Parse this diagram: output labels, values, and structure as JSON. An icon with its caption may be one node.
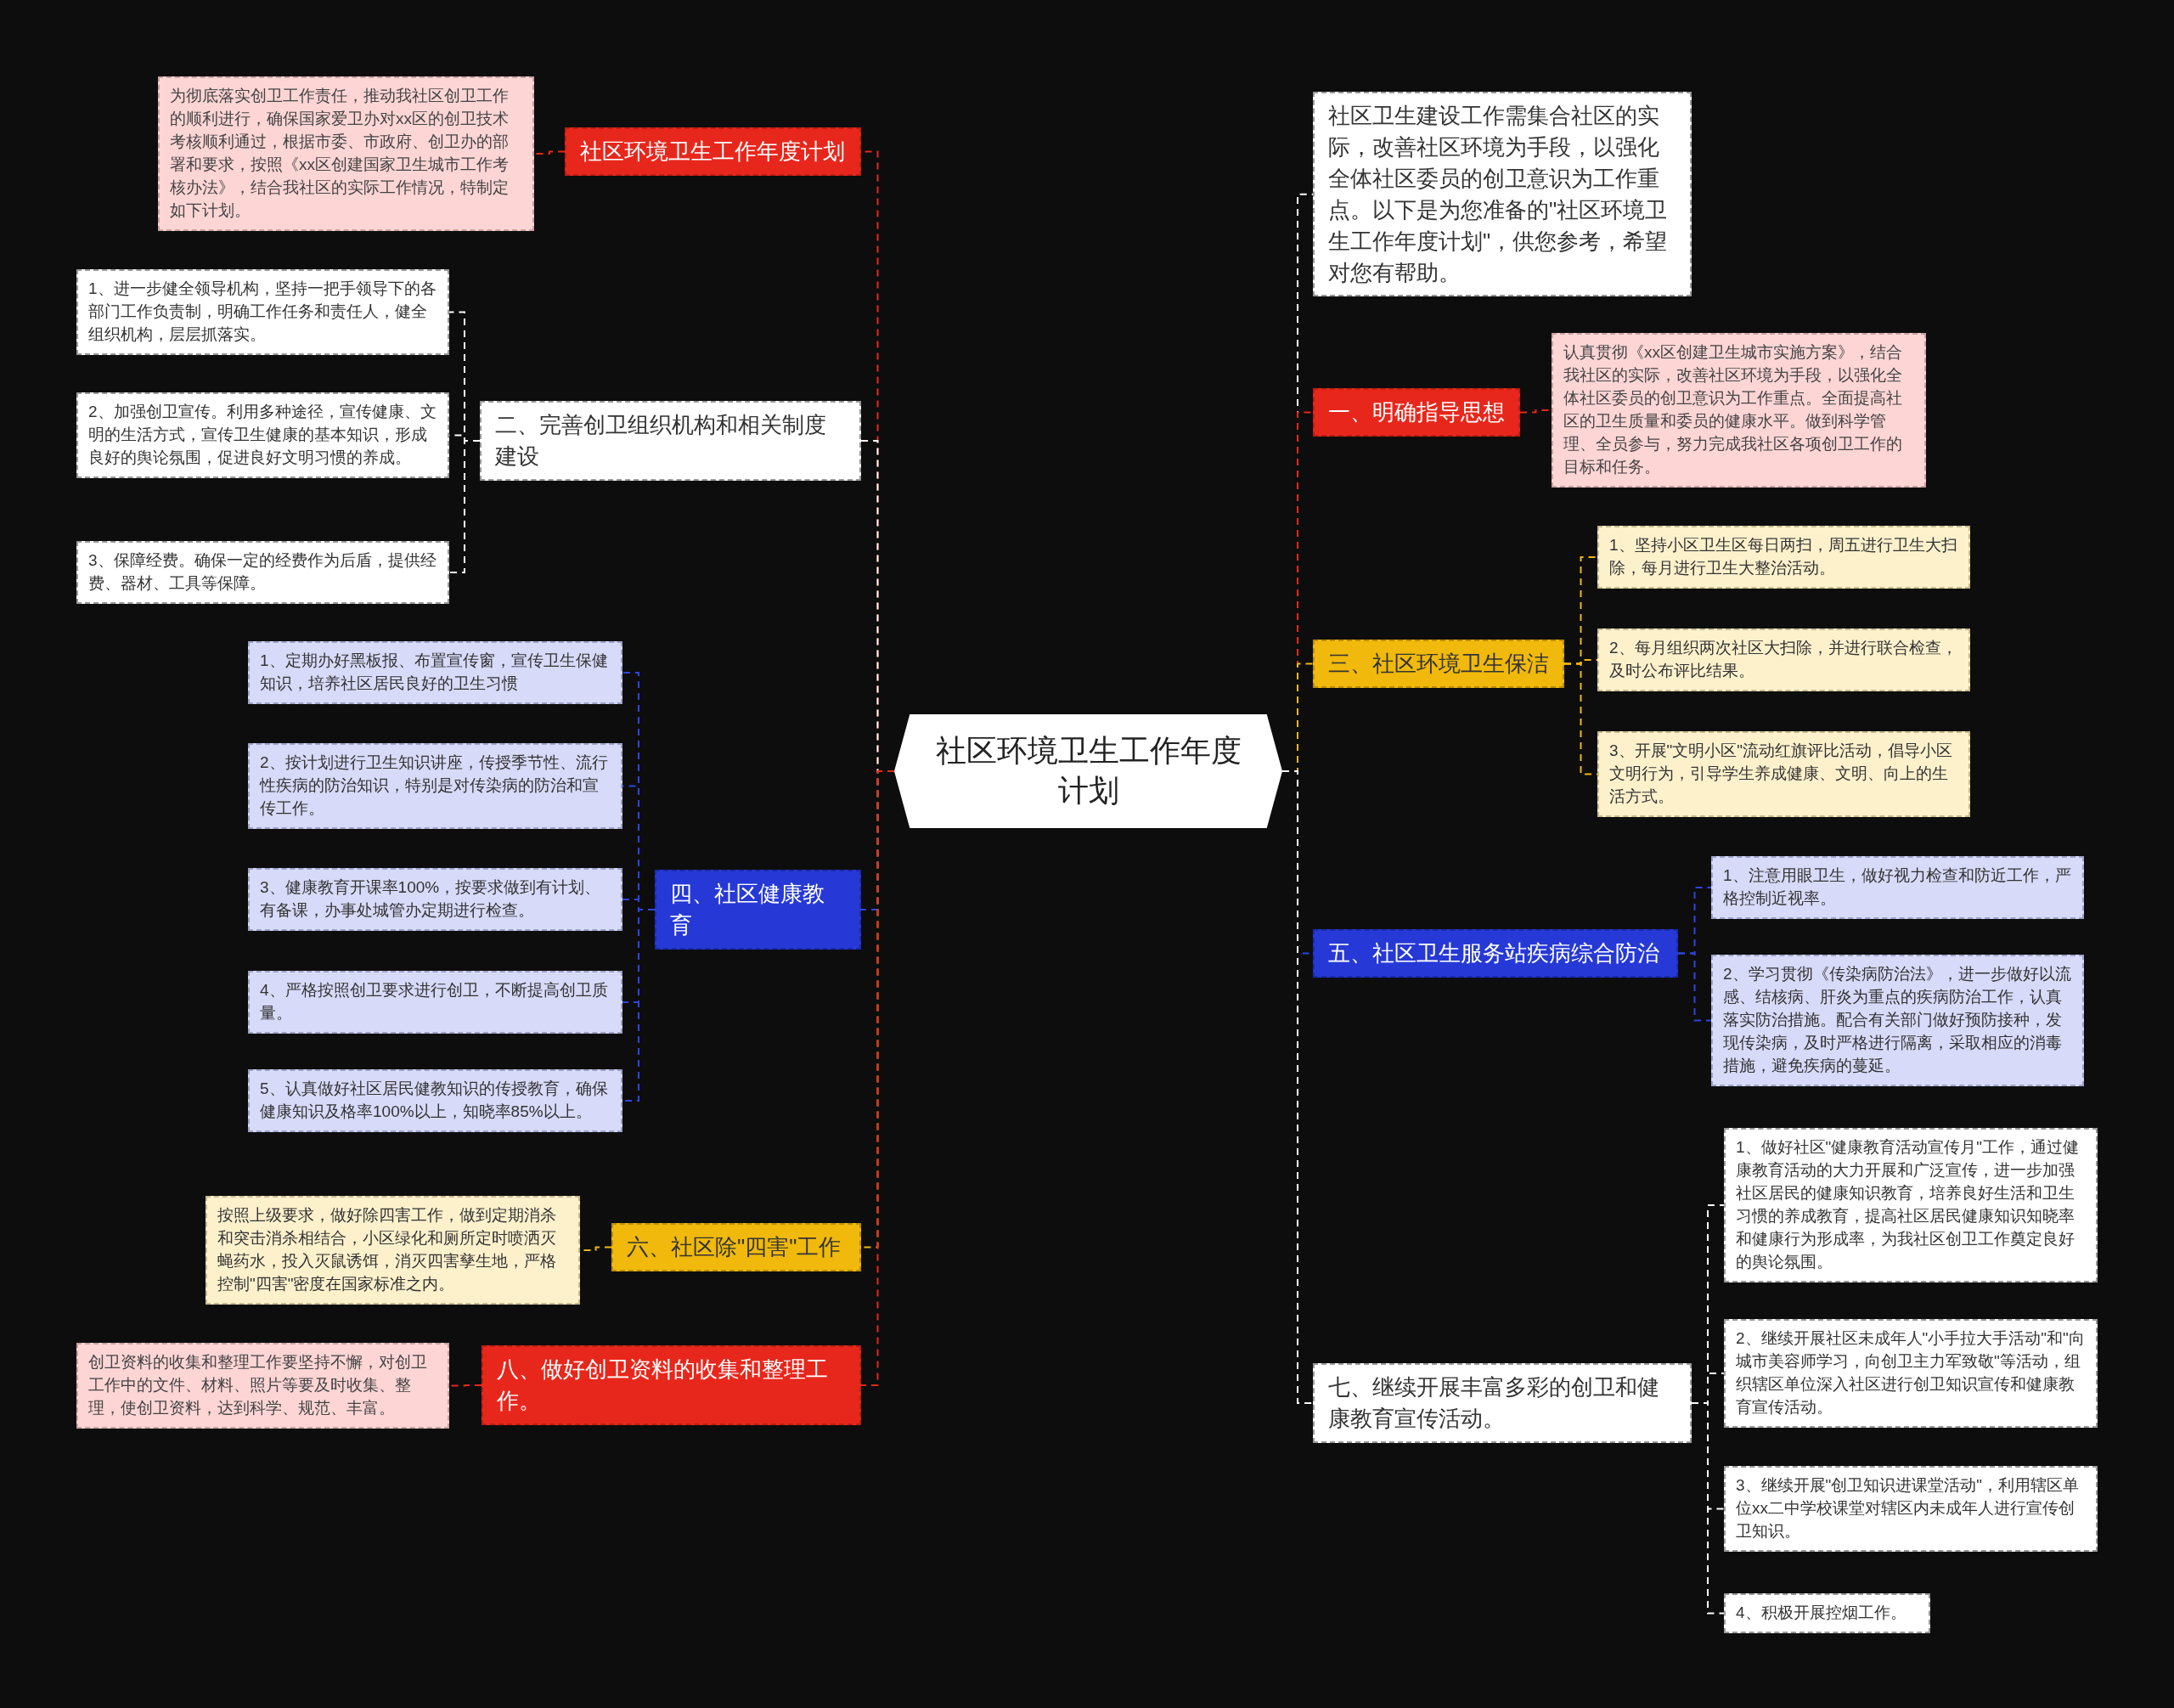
{
  "diagram": {
    "nodes": [
      {
        "text": [
          "社区环境卫生工作年度计划"
        ]
      },
      {
        "text": [
          "社区环境卫生工作年度计划"
        ]
      },
      {
        "text": [
          "为彻底落实创卫工作责任，推动我社区创卫工作的顺利进行，确保国家爱卫办对xx区的创卫技术考核顺利通过，根据市委、市政府、创卫办的部署和要求，按照《xx区创建国家卫生城市工作考核办法》，结合我社区的实际工作情况，特制定如下计划。"
        ]
      },
      {
        "text": [
          "二、完善创卫组织机构和相关制度建设"
        ]
      },
      {
        "text": [
          "1、进一步健全领导机构，坚持一把手领导下的各部门工作负责制，明确工作任务和责任人，健全组织机构，层层抓落实。"
        ]
      },
      {
        "text": [
          "2、加强创卫宣传。利用多种途径，宣传健康、文明的生活方式，宣传卫生健康的基本知识，形成良好的舆论氛围，促进良好文明习惯的养成。"
        ]
      },
      {
        "text": [
          "3、保障经费。确保一定的经费作为后盾，提供经费、器材、工具等保障。"
        ]
      },
      {
        "text": [
          "四、社区健康教育"
        ]
      },
      {
        "text": [
          "1、定期办好黑板报、布置宣传窗，宣传卫生保健知识，培养社区居民良好的卫生习惯"
        ]
      },
      {
        "text": [
          "2、按计划进行卫生知识讲座，传授季节性、流行性疾病的防治知识，特别是对传染病的防治和宣传工作。"
        ]
      },
      {
        "text": [
          "3、健康教育开课率100%，按要求做到有计划、有备课，办事处城管办定期进行检查。"
        ]
      },
      {
        "text": [
          "4、严格按照创卫要求进行创卫，不断提高创卫质量。"
        ]
      },
      {
        "text": [
          "5、认真做好社区居民健教知识的传授教育，确保健康知识及格率100%以上，知晓率85%以上。"
        ]
      },
      {
        "text": [
          "六、社区除\"四害\"工作"
        ]
      },
      {
        "text": [
          "按照上级要求，做好除四害工作，做到定期消杀和突击消杀相结合，小区绿化和厕所定时喷洒灭蝇药水，投入灭鼠诱饵，消灭四害孳生地，严格控制\"四害\"密度在国家标准之内。"
        ]
      },
      {
        "text": [
          "八、做好创卫资料的收集和整理工作。"
        ]
      },
      {
        "text": [
          "创卫资料的收集和整理工作要坚持不懈，对创卫工作中的文件、材料、照片等要及时收集、整理，使创卫资料，达到科学、规范、丰富。"
        ]
      },
      {
        "text": [
          "社区卫生建设工作需集合社区的实际，改善社区环境为手段，以强化全体社区委员的创卫意识为工作重点。以下是为您准备的\"社区环境卫生工作年度计划\"，供您参考，希望对您有帮助。"
        ]
      },
      {
        "text": [
          "一、明确指导思想"
        ]
      },
      {
        "text": [
          "认真贯彻《xx区创建卫生城市实施方案》，结合我社区的实际，改善社区环境为手段，以强化全体社区委员的创卫意识为工作重点。全面提高社区的卫生质量和委员的健康水平。做到科学管理、全员参与，努力完成我社区各项创卫工作的目标和任务。"
        ]
      },
      {
        "text": [
          "三、社区环境卫生保洁"
        ]
      },
      {
        "text": [
          "1、坚持小区卫生区每日两扫，周五进行卫生大扫除，每月进行卫生大整治活动。"
        ]
      },
      {
        "text": [
          "2、每月组织两次社区大扫除，并进行联合检查，及时公布评比结果。"
        ]
      },
      {
        "text": [
          "3、开展\"文明小区\"流动红旗评比活动，倡导小区文明行为，引导学生养成健康、文明、向上的生活方式。"
        ]
      },
      {
        "text": [
          "五、社区卫生服务站疾病综合防治"
        ]
      },
      {
        "text": [
          "1、注意用眼卫生，做好视力检查和防近工作，严格控制近视率。"
        ]
      },
      {
        "text": [
          "2、学习贯彻《传染病防治法》，进一步做好以流感、结核病、肝炎为重点的疾病防治工作，认真落实防治措施。配合有关部门做好预防接种，发现传染病，及时严格进行隔离，采取相应的消毒措施，避免疾病的蔓延。"
        ]
      },
      {
        "text": [
          "七、继续开展丰富多彩的创卫和健康教育宣传活动。"
        ]
      },
      {
        "text": [
          "1、做好社区\"健康教育活动宣传月\"工作，通过健康教育活动的大力开展和广泛宣传，进一步加强社区居民的健康知识教育，培养良好生活和卫生习惯的养成教育，提高社区居民健康知识知晓率和健康行为形成率，为我社区创卫工作奠定良好的舆论氛围。"
        ]
      },
      {
        "text": [
          "2、继续开展社区未成年人\"小手拉大手活动\"和\"向城市美容师学习，向创卫主力军致敬\"等活动，组织辖区单位深入社区进行创卫知识宣传和健康教育宣传活动。"
        ]
      },
      {
        "text": [
          "3、继续开展\"创卫知识进课堂活动\"，利用辖区单位xx二中学校课堂对辖区内未成年人进行宣传创卫知识。"
        ]
      },
      {
        "text": [
          "4、积极开展控烟工作。"
        ]
      }
    ],
    "edges": [
      {
        "from": 0,
        "to": 1,
        "arrow": "none",
        "color": "#e8271c"
      },
      {
        "from": 1,
        "to": 2,
        "arrow": "none",
        "color": "#e8271c"
      },
      {
        "from": 0,
        "to": 3,
        "arrow": "none"
      },
      {
        "from": 3,
        "to": 4,
        "arrow": "none"
      },
      {
        "from": 3,
        "to": 5,
        "arrow": "none"
      },
      {
        "from": 3,
        "to": 6,
        "arrow": "none"
      },
      {
        "from": 0,
        "to": 7,
        "arrow": "none",
        "color": "#2f45e0"
      },
      {
        "from": 7,
        "to": 8,
        "arrow": "none",
        "color": "#2f45e0"
      },
      {
        "from": 7,
        "to": 9,
        "arrow": "none",
        "color": "#2f45e0"
      },
      {
        "from": 7,
        "to": 10,
        "arrow": "none",
        "color": "#2f45e0"
      },
      {
        "from": 7,
        "to": 11,
        "arrow": "none",
        "color": "#2f45e0"
      },
      {
        "from": 7,
        "to": 12,
        "arrow": "none",
        "color": "#2f45e0"
      },
      {
        "from": 0,
        "to": 13,
        "arrow": "none",
        "color": "#f0b90b"
      },
      {
        "from": 13,
        "to": 14,
        "arrow": "none",
        "color": "#f0b90b"
      },
      {
        "from": 0,
        "to": 15,
        "arrow": "none",
        "color": "#e8271c"
      },
      {
        "from": 15,
        "to": 16,
        "arrow": "none",
        "color": "#e8271c"
      },
      {
        "from": 0,
        "to": 17,
        "arrow": "none"
      },
      {
        "from": 0,
        "to": 18,
        "arrow": "none",
        "color": "#e8271c"
      },
      {
        "from": 18,
        "to": 19,
        "arrow": "none",
        "color": "#e8271c"
      },
      {
        "from": 0,
        "to": 20,
        "arrow": "none",
        "color": "#f0b90b"
      },
      {
        "from": 20,
        "to": 21,
        "arrow": "none",
        "color": "#f0b90b"
      },
      {
        "from": 20,
        "to": 22,
        "arrow": "none",
        "color": "#f0b90b"
      },
      {
        "from": 20,
        "to": 23,
        "arrow": "none",
        "color": "#f0b90b"
      },
      {
        "from": 0,
        "to": 24,
        "arrow": "none",
        "color": "#2f45e0"
      },
      {
        "from": 24,
        "to": 25,
        "arrow": "none",
        "color": "#2f45e0"
      },
      {
        "from": 24,
        "to": 26,
        "arrow": "none",
        "color": "#2f45e0"
      },
      {
        "from": 0,
        "to": 27,
        "arrow": "none"
      },
      {
        "from": 27,
        "to": 28,
        "arrow": "none"
      },
      {
        "from": 27,
        "to": 29,
        "arrow": "none"
      },
      {
        "from": 27,
        "to": 30,
        "arrow": "none"
      },
      {
        "from": 27,
        "to": 31,
        "arrow": "none"
      }
    ]
  }
}
